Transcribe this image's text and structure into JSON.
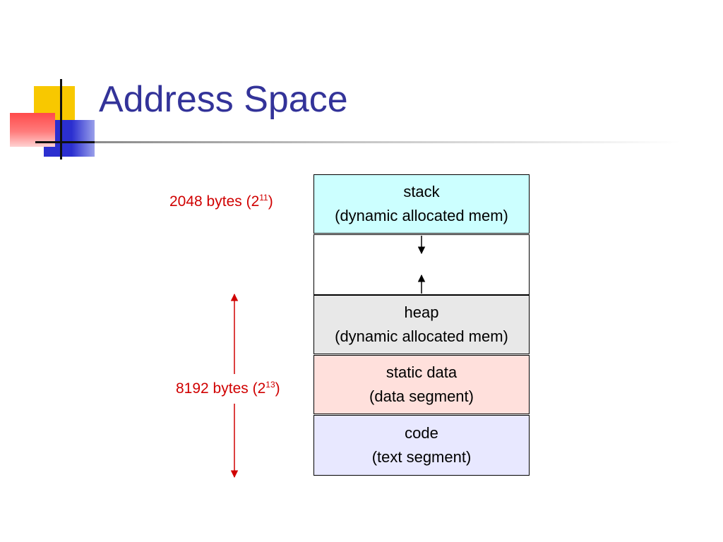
{
  "slide": {
    "title": "Address Space"
  },
  "segments": [
    {
      "line1": "stack",
      "line2": "(dynamic allocated mem)",
      "fill": "#ccffff"
    },
    {
      "line1": "",
      "line2": "",
      "fill": "#ffffff"
    },
    {
      "line1": "heap",
      "line2": "(dynamic allocated mem)",
      "fill": "#e8e8e8"
    },
    {
      "line1": "static data",
      "line2": "(data segment)",
      "fill": "#ffe0dc"
    },
    {
      "line1": "code",
      "line2": "(text segment)",
      "fill": "#e8e8ff"
    }
  ],
  "labels": {
    "stack_size": {
      "text": "2048 bytes (2",
      "exp": "11",
      "close": ")"
    },
    "lower_size": {
      "text": "8192 bytes (2",
      "exp": "13",
      "close": ")"
    }
  },
  "colors": {
    "title": "#333399",
    "size_label": "#d00000",
    "arrow": "#000000",
    "size_arrow": "#d00000"
  }
}
